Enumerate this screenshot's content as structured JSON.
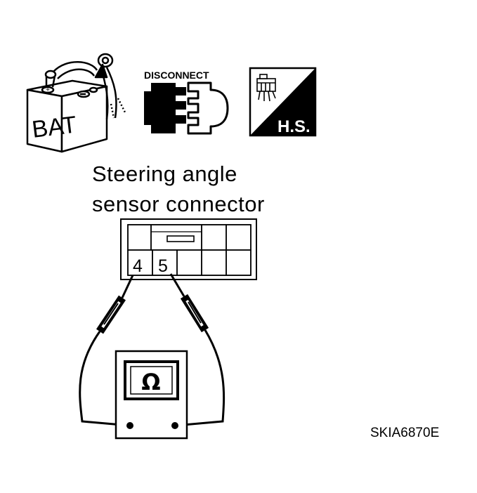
{
  "icons": {
    "battery": {
      "label": "BAT",
      "icon": "battery-icon"
    },
    "disconnect": {
      "label": "DISCONNECT",
      "icon": "connector-disconnect-icon"
    },
    "harness_side": {
      "label": "H.S.",
      "icon": "harness-side-icon"
    }
  },
  "caption": {
    "line1": "Steering angle",
    "line2": "sensor connector"
  },
  "connector": {
    "terminals": [
      "4",
      "5"
    ]
  },
  "meter": {
    "symbol": "Ω",
    "icon": "ohmmeter-icon"
  },
  "figure_code": "SKIA6870E"
}
